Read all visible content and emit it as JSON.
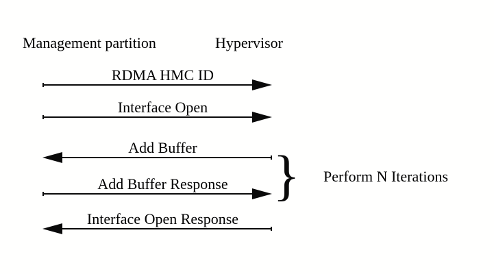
{
  "actors": {
    "left": "Management partition",
    "right": "Hypervisor"
  },
  "messages": [
    {
      "label": "RDMA HMC ID",
      "direction": "right"
    },
    {
      "label": "Interface Open",
      "direction": "right"
    },
    {
      "label": "Add Buffer",
      "direction": "left"
    },
    {
      "label": "Add Buffer Response",
      "direction": "right"
    },
    {
      "label": "Interface Open Response",
      "direction": "left"
    }
  ],
  "annotation": {
    "brace": "}",
    "label": "Perform N Iterations",
    "spans_messages": [
      "Add Buffer",
      "Add Buffer Response"
    ]
  },
  "colors": {
    "ink": "#0a0a0a",
    "background": "#fffffe"
  }
}
